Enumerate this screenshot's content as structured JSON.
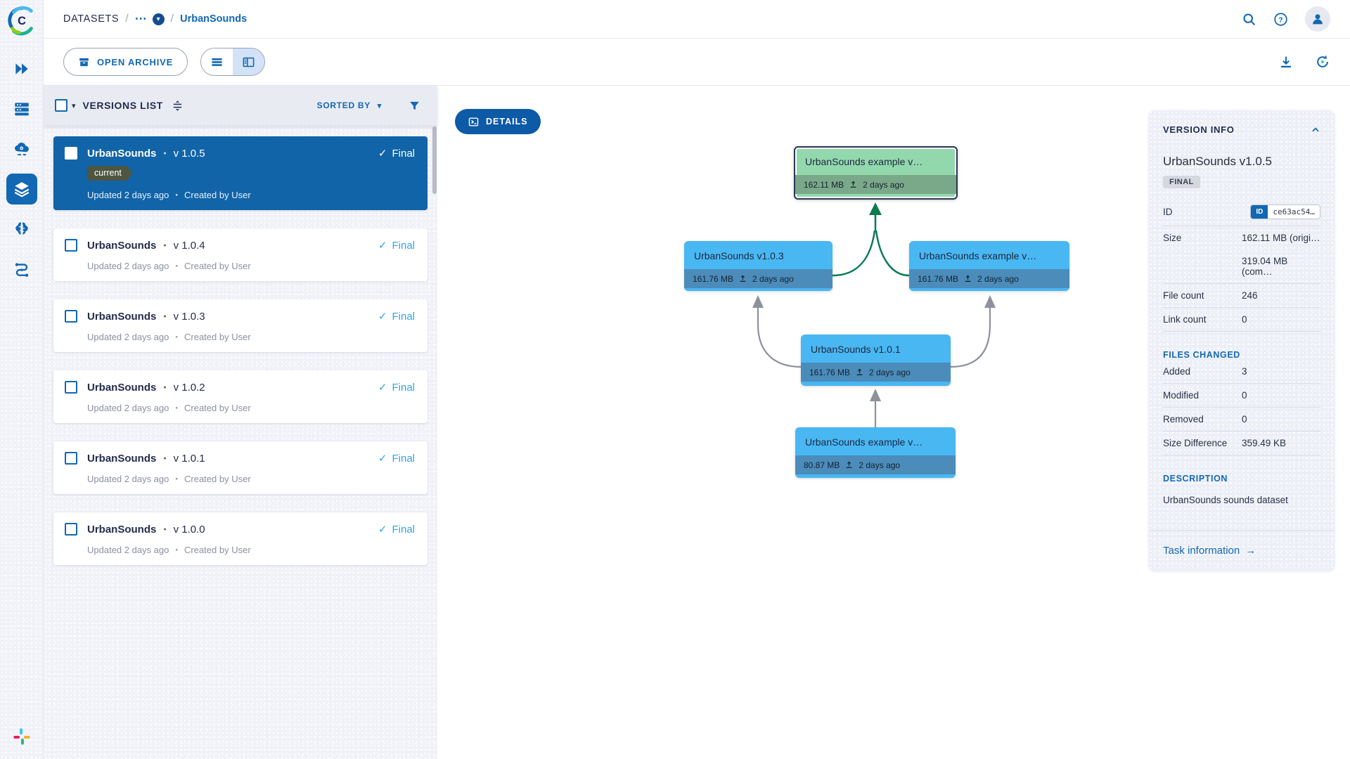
{
  "icons": {
    "bullet": "●",
    "caret_down": "▾",
    "check": "✓",
    "ellipsis": "⋯",
    "arrow_right": "→",
    "question": "?"
  },
  "colors": {
    "accent_blue": "#1268b2",
    "selected_card": "#1164a8",
    "node_blue": "#49b7f2",
    "node_blue_footer": "#4b8cba",
    "node_green": "#93d8ad",
    "node_green_footer": "#7aa98a",
    "edge_green": "#0c7a52",
    "edge_gray": "#8c919b",
    "final_blue": "#32a3e4"
  },
  "header": {
    "breadcrumb": {
      "root": "DATASETS",
      "separator": "/",
      "current": "UrbanSounds"
    }
  },
  "toolbar": {
    "open_archive": "OPEN ARCHIVE"
  },
  "versions_panel": {
    "title": "VERSIONS LIST",
    "sorted_by": "SORTED BY",
    "items": [
      {
        "name": "UrbanSounds",
        "version": "v 1.0.5",
        "status": "Final",
        "tag": "current",
        "updated": "Updated 2 days ago",
        "author": "Created by User"
      },
      {
        "name": "UrbanSounds",
        "version": "v 1.0.4",
        "status": "Final",
        "updated": "Updated 2 days ago",
        "author": "Created by User"
      },
      {
        "name": "UrbanSounds",
        "version": "v 1.0.3",
        "status": "Final",
        "updated": "Updated 2 days ago",
        "author": "Created by User"
      },
      {
        "name": "UrbanSounds",
        "version": "v 1.0.2",
        "status": "Final",
        "updated": "Updated 2 days ago",
        "author": "Created by User"
      },
      {
        "name": "UrbanSounds",
        "version": "v 1.0.1",
        "status": "Final",
        "updated": "Updated 2 days ago",
        "author": "Created by User"
      },
      {
        "name": "UrbanSounds",
        "version": "v 1.0.0",
        "status": "Final",
        "updated": "Updated 2 days ago",
        "author": "Created by User"
      }
    ]
  },
  "graph": {
    "details_button": "DETAILS",
    "nodes": [
      {
        "title": "UrbanSounds example v…",
        "size": "162.11 MB",
        "time": "2 days ago",
        "state": "current"
      },
      {
        "title": "UrbanSounds v1.0.3",
        "size": "161.76 MB",
        "time": "2 days ago",
        "state": "normal"
      },
      {
        "title": "UrbanSounds example v…",
        "size": "161.76 MB",
        "time": "2 days ago",
        "state": "normal"
      },
      {
        "title": "UrbanSounds v1.0.1",
        "size": "161.76 MB",
        "time": "2 days ago",
        "state": "normal"
      },
      {
        "title": "UrbanSounds example v…",
        "size": "80.87 MB",
        "time": "2 days ago",
        "state": "normal"
      }
    ]
  },
  "version_info": {
    "header": "VERSION INFO",
    "title": "UrbanSounds v1.0.5",
    "badge": "FINAL",
    "id_label": "ID",
    "id_chip": "ID",
    "id_value": "ce63ac54…",
    "size_label": "Size",
    "size_original": "162.11 MB (origi…",
    "size_compressed": "319.04 MB (com…",
    "file_count_label": "File count",
    "file_count": "246",
    "link_count_label": "Link count",
    "link_count": "0",
    "files_changed": {
      "header": "FILES CHANGED",
      "added_label": "Added",
      "added": "3",
      "modified_label": "Modified",
      "modified": "0",
      "removed_label": "Removed",
      "removed": "0",
      "size_diff_label": "Size Difference",
      "size_diff": "359.49 KB"
    },
    "description": {
      "header": "DESCRIPTION",
      "text": "UrbanSounds sounds dataset"
    },
    "task_link": "Task information"
  }
}
